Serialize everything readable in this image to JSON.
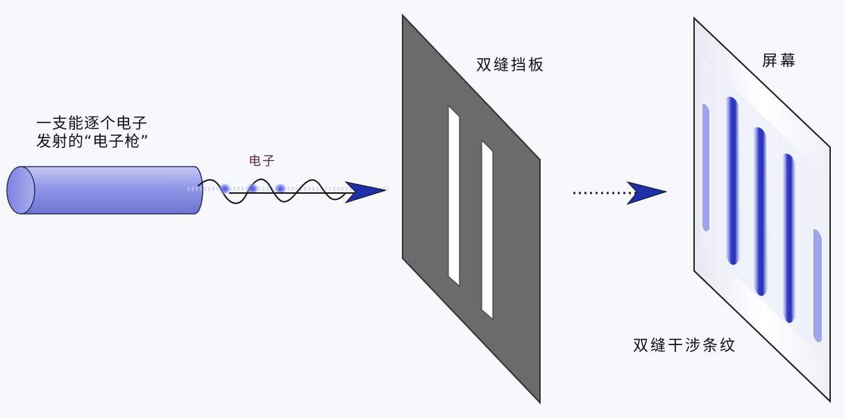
{
  "labels": {
    "gun_line1": "一支能逐个电子",
    "gun_line2": "发射的“电子枪”",
    "electron": "电子",
    "barrier": "双缝挡板",
    "screen": "屏幕",
    "fringes": "双缝干涉条纹"
  },
  "colors": {
    "background": "#f7f8fc",
    "gun_body": "#8f95e6",
    "gun_outline": "#2a2f6b",
    "electron_dot": "#3b54d6",
    "wave": "#111111",
    "arrow_head": "#1f2fa8",
    "barrier": "#6b6b6b",
    "screen": "#ffffff",
    "fringe": "#2834c4"
  },
  "icons": {
    "gun": "electron-gun-cylinder",
    "arrow": "propagation-arrow"
  }
}
